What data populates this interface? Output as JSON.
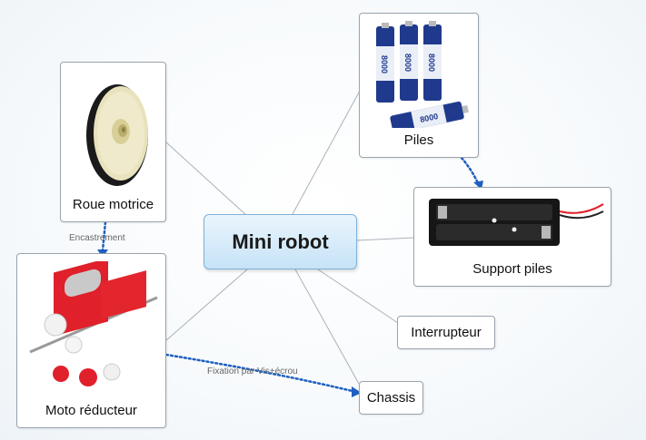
{
  "central": {
    "title": "Mini robot"
  },
  "nodes": {
    "roue": {
      "label": "Roue motrice"
    },
    "moto": {
      "label": "Moto réducteur"
    },
    "piles": {
      "label": "Piles"
    },
    "support": {
      "label": "Support piles"
    },
    "interrupteur": {
      "label": "Interrupteur"
    },
    "chassis": {
      "label": "Chassis"
    }
  },
  "relationships": [
    {
      "from": "Roue motrice",
      "to": "Moto réducteur",
      "label": "Encastrement"
    },
    {
      "from": "Moto réducteur",
      "to": "Chassis",
      "label": "Fixation par Vis+écrou"
    },
    {
      "from": "Piles",
      "to": "Support piles",
      "label": ""
    }
  ],
  "battery_text": "8000",
  "colors": {
    "link": "#1f5fbf",
    "branch": "#a9b2bb",
    "central_border": "#7fb1d8"
  }
}
